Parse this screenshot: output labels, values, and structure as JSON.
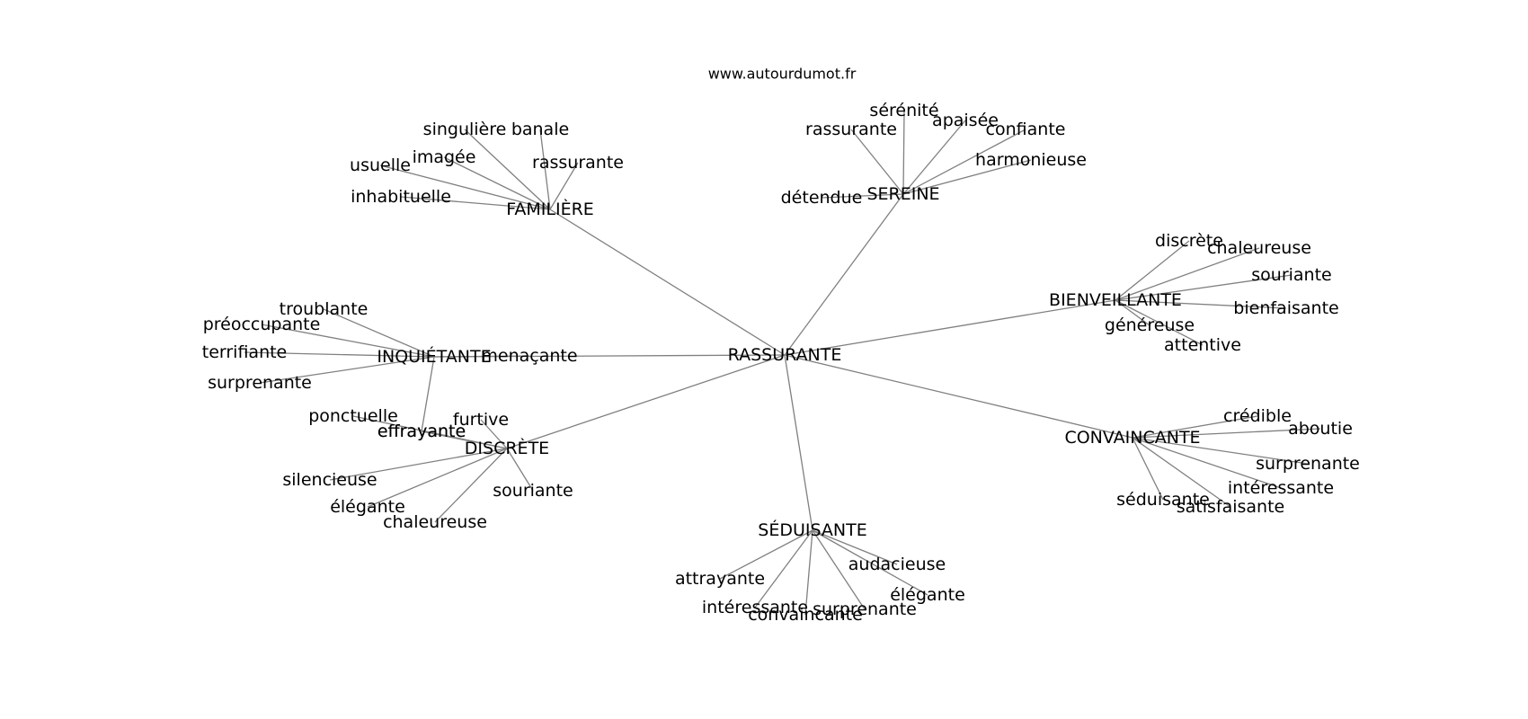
{
  "site": "www.autourdumot.fr",
  "colors": {
    "edge": "#808080",
    "text": "#000000",
    "background": "#ffffff"
  },
  "graph": {
    "center": {
      "id": "center",
      "label": "RASSURANTE"
    },
    "hubs": [
      {
        "id": "familiere",
        "label": "FAMILIÈRE",
        "leaves": [
          "singulière",
          "banale",
          "imagée",
          "rassurante",
          "usuelle",
          "inhabituelle"
        ]
      },
      {
        "id": "sereine",
        "label": "SEREINE",
        "leaves": [
          "sérénité",
          "rassurante",
          "apaisée",
          "confiante",
          "harmonieuse",
          "détendue"
        ]
      },
      {
        "id": "bienveillante",
        "label": "BIENVEILLANTE",
        "leaves": [
          "discrète",
          "chaleureuse",
          "souriante",
          "bienfaisante",
          "généreuse",
          "attentive"
        ]
      },
      {
        "id": "inquietante",
        "label": "INQUIÉTANTE",
        "leaves": [
          "troublante",
          "préoccupante",
          "terrifiante",
          "surprenante",
          "menaçante",
          "effrayante"
        ]
      },
      {
        "id": "discrete",
        "label": "DISCRÈTE",
        "leaves": [
          "ponctuelle",
          "furtive",
          "effrayante",
          "silencieuse",
          "élégante",
          "chaleureuse",
          "souriante"
        ]
      },
      {
        "id": "convaincante",
        "label": "CONVAINCANTE",
        "leaves": [
          "crédible",
          "aboutie",
          "surprenante",
          "intéressante",
          "séduisante",
          "satisfaisante"
        ]
      },
      {
        "id": "seduisante",
        "label": "SÉDUISANTE",
        "leaves": [
          "attrayante",
          "intéressante",
          "convaincante",
          "surprenante",
          "audacieuse",
          "élégante"
        ]
      }
    ]
  }
}
